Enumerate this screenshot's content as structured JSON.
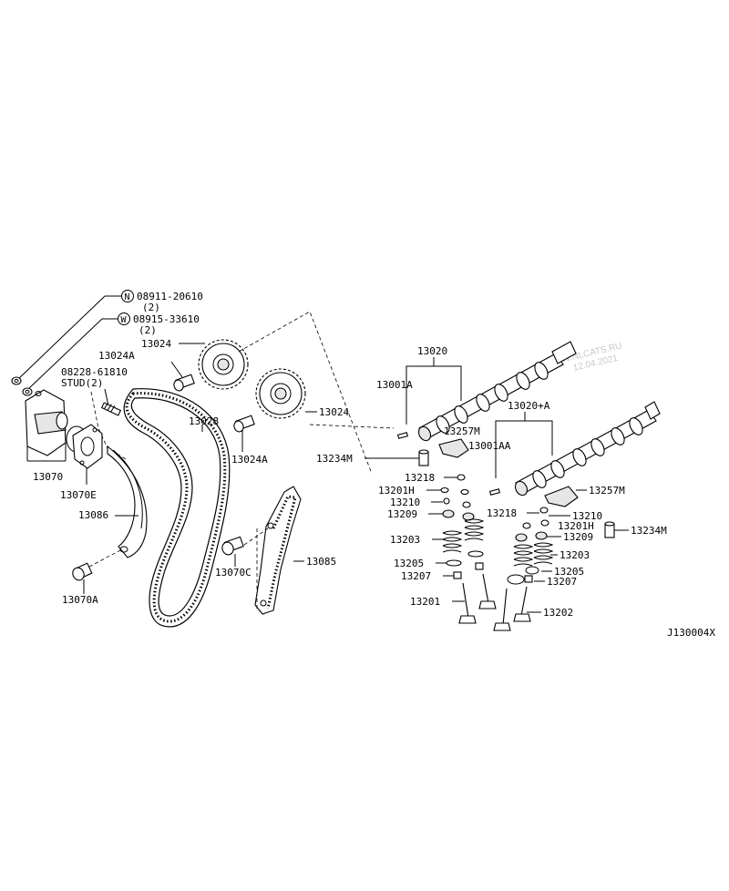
{
  "diagram": {
    "code": "J130004X",
    "watermark": {
      "site": "WWW.NLCATS.RU",
      "date": "12.04.2021"
    },
    "callouts": {
      "nut_spec": {
        "symbol": "N",
        "part": "08911-20610",
        "qty": "(2)"
      },
      "washer_spec": {
        "symbol": "W",
        "part": "08915-33610",
        "qty": "(2)"
      },
      "stud": {
        "part": "08228-61810",
        "desc": "STUD(2)"
      }
    },
    "labels": {
      "p13024_top": "13024",
      "p13024_mid": "13024",
      "p13024A_top": "13024A",
      "p13024A_bot": "13024A",
      "p13028": "13028",
      "p13070": "13070",
      "p13070E": "13070E",
      "p13086": "13086",
      "p13070A": "13070A",
      "p13070C": "13070C",
      "p13085": "13085",
      "p13020": "13020",
      "p13001A": "13001A",
      "p13257M_top": "13257M",
      "p13234M_left": "13234M",
      "p13001AA": "13001AA",
      "p13020A": "13020+A",
      "p13257M_right": "13257M",
      "p13218_left": "13218",
      "p13201H_left": "13201H",
      "p13210_left": "13210",
      "p13209_left": "13209",
      "p13203_left": "13203",
      "p13205_left": "13205",
      "p13207_left": "13207",
      "p13201": "13201",
      "p13218_right": "13218",
      "p13210_right": "13210",
      "p13201H_right": "13201H",
      "p13234M_right": "13234M",
      "p13209_right": "13209",
      "p13203_right": "13203",
      "p13205_right": "13205",
      "p13207_right": "13207",
      "p13202": "13202"
    }
  }
}
